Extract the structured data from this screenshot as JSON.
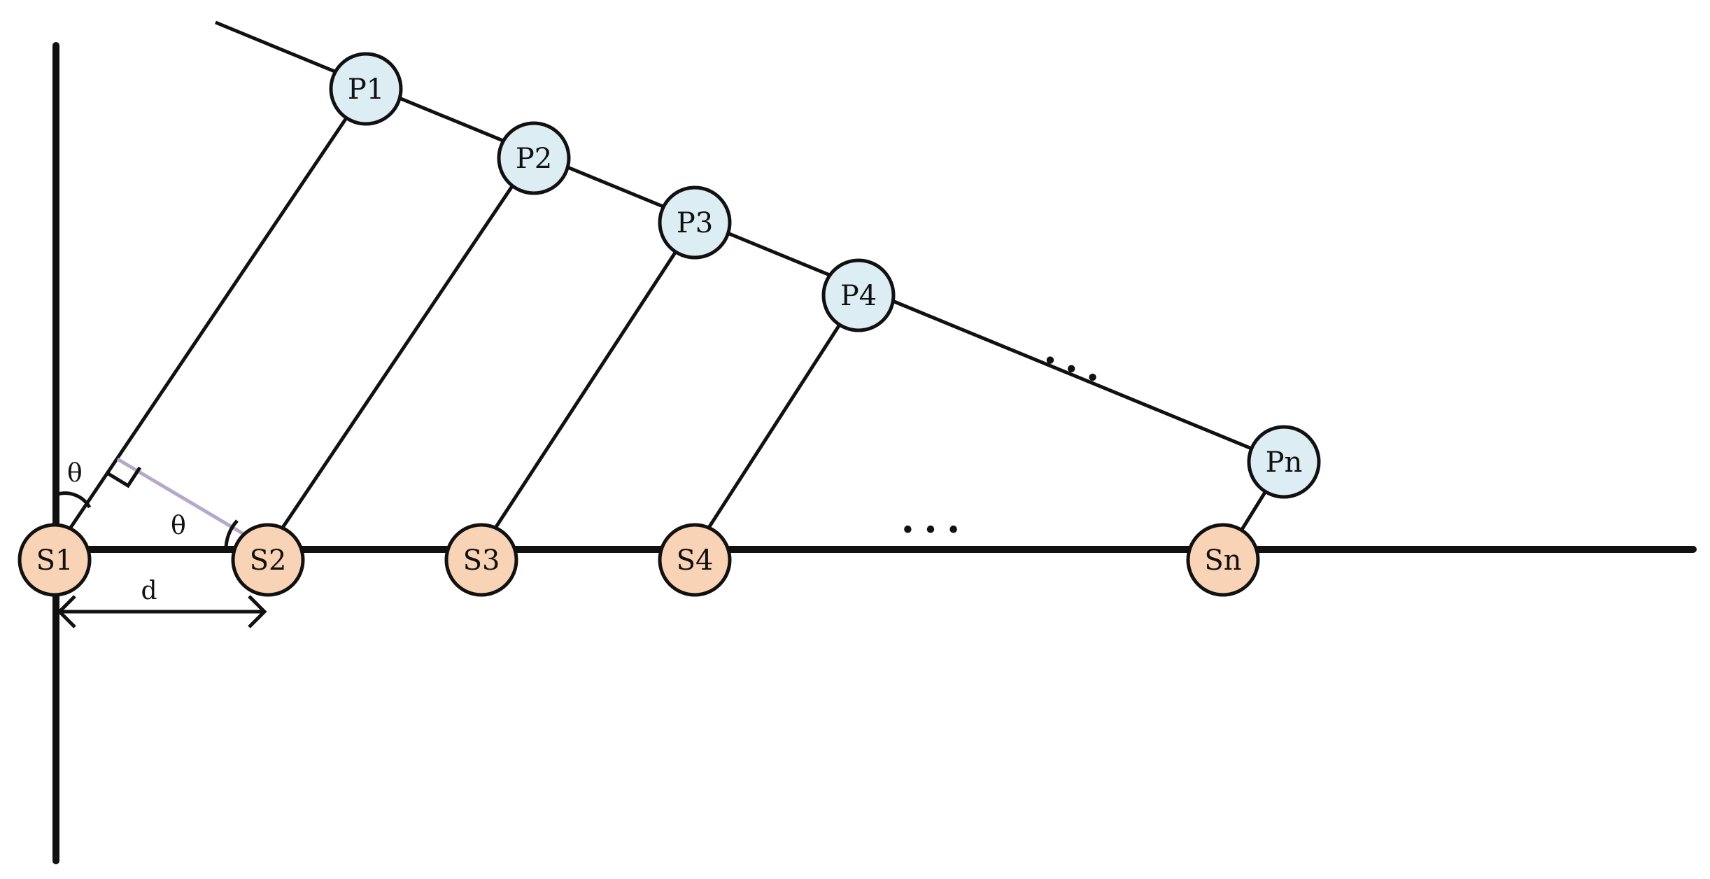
{
  "colors": {
    "sensor_fill": "#f9d3b6",
    "point_fill": "#dcedf3",
    "stroke": "#111111",
    "perpendicular": "#b7a7cb"
  },
  "sensors": [
    "S1",
    "S2",
    "S3",
    "S4",
    "Sn"
  ],
  "points": [
    "P1",
    "P2",
    "P3",
    "P4",
    "Pn"
  ],
  "annotations": {
    "angle_vertical": "θ",
    "angle_horizontal": "θ",
    "spacing": "d",
    "ellipsis_points": "• • •",
    "ellipsis_sensors": "• • •"
  }
}
